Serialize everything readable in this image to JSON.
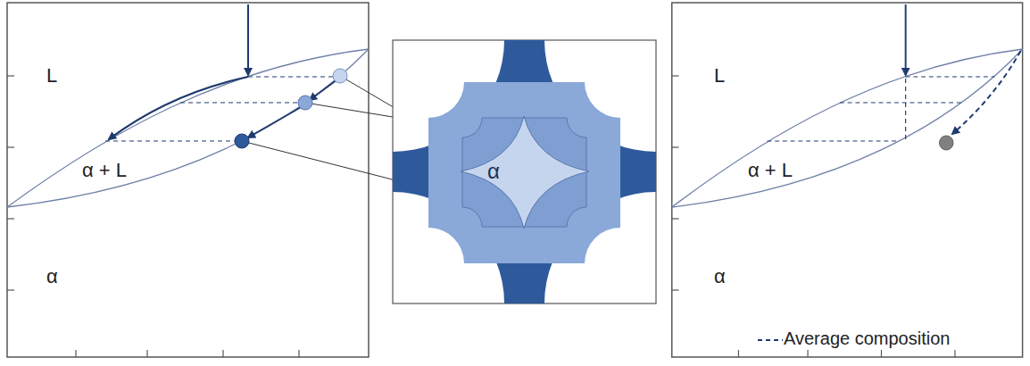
{
  "diagram": {
    "labels": [
      "L",
      "α + L",
      "α",
      "α",
      "L",
      "α + L",
      "α"
    ],
    "legend": [
      {
        "text": "Average composition"
      }
    ]
  }
}
